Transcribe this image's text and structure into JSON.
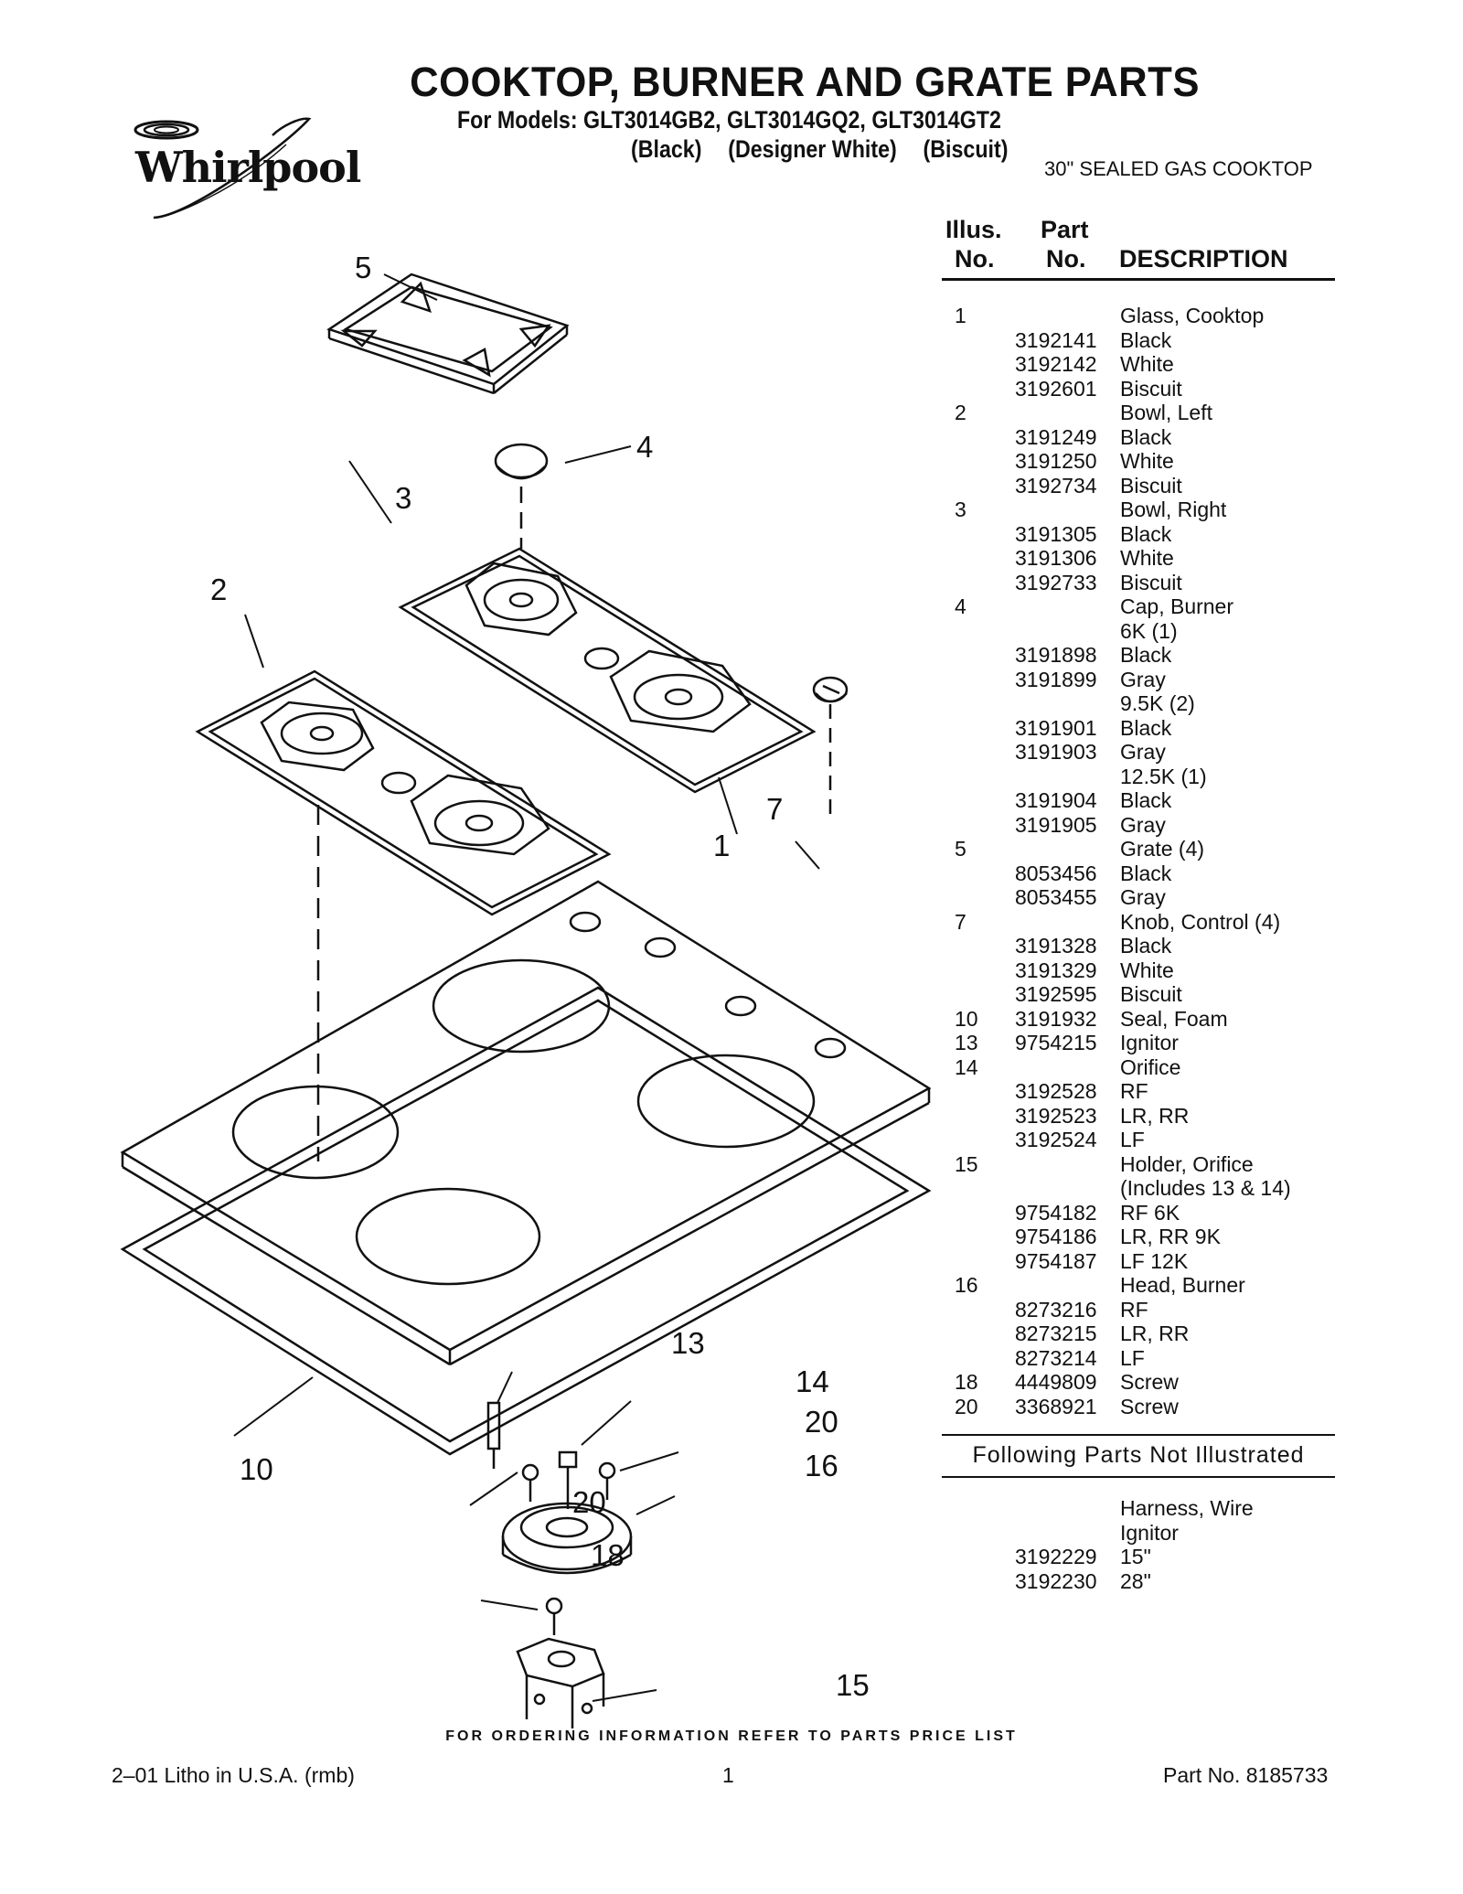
{
  "header": {
    "title": "COOKTOP, BURNER AND GRATE PARTS",
    "models": "For Models: GLT3014GB2, GLT3014GQ2, GLT3014GT2",
    "colors": [
      "(Black)",
      "(Designer White)",
      "(Biscuit)"
    ],
    "subtitle": "30\" SEALED GAS COOKTOP",
    "brand": "Whirlpool"
  },
  "diagram": {
    "callouts": [
      "5",
      "4",
      "3",
      "2",
      "7",
      "1",
      "13",
      "14",
      "20",
      "10",
      "16",
      "20",
      "18",
      "15"
    ]
  },
  "parts_header": {
    "illus_1": "Illus.",
    "illus_2": "No.",
    "part_1": "Part",
    "part_2": "No.",
    "description": "DESCRIPTION"
  },
  "parts": [
    {
      "illus": "1",
      "part": "",
      "desc": "Glass, Cooktop"
    },
    {
      "illus": "",
      "part": "3192141",
      "desc": "Black"
    },
    {
      "illus": "",
      "part": "3192142",
      "desc": "White"
    },
    {
      "illus": "",
      "part": "3192601",
      "desc": "Biscuit"
    },
    {
      "illus": "2",
      "part": "",
      "desc": "Bowl, Left"
    },
    {
      "illus": "",
      "part": "3191249",
      "desc": "Black"
    },
    {
      "illus": "",
      "part": "3191250",
      "desc": "White"
    },
    {
      "illus": "",
      "part": "3192734",
      "desc": "Biscuit"
    },
    {
      "illus": "3",
      "part": "",
      "desc": "Bowl, Right"
    },
    {
      "illus": "",
      "part": "3191305",
      "desc": "Black"
    },
    {
      "illus": "",
      "part": "3191306",
      "desc": "White"
    },
    {
      "illus": "",
      "part": "3192733",
      "desc": "Biscuit"
    },
    {
      "illus": "4",
      "part": "",
      "desc": "Cap, Burner"
    },
    {
      "illus": "",
      "part": "",
      "desc": "6K (1)"
    },
    {
      "illus": "",
      "part": "3191898",
      "desc": "Black"
    },
    {
      "illus": "",
      "part": "3191899",
      "desc": "Gray"
    },
    {
      "illus": "",
      "part": "",
      "desc": "9.5K (2)"
    },
    {
      "illus": "",
      "part": "3191901",
      "desc": "Black"
    },
    {
      "illus": "",
      "part": "3191903",
      "desc": "Gray"
    },
    {
      "illus": "",
      "part": "",
      "desc": "12.5K (1)"
    },
    {
      "illus": "",
      "part": "3191904",
      "desc": "Black"
    },
    {
      "illus": "",
      "part": "3191905",
      "desc": "Gray"
    },
    {
      "illus": "5",
      "part": "",
      "desc": "Grate (4)"
    },
    {
      "illus": "",
      "part": "8053456",
      "desc": "Black"
    },
    {
      "illus": "",
      "part": "8053455",
      "desc": "Gray"
    },
    {
      "illus": "7",
      "part": "",
      "desc": "Knob, Control (4)"
    },
    {
      "illus": "",
      "part": "3191328",
      "desc": "Black"
    },
    {
      "illus": "",
      "part": "3191329",
      "desc": "White"
    },
    {
      "illus": "",
      "part": "3192595",
      "desc": "Biscuit"
    },
    {
      "illus": "10",
      "part": "3191932",
      "desc": "Seal, Foam"
    },
    {
      "illus": "13",
      "part": "9754215",
      "desc": "Ignitor"
    },
    {
      "illus": "14",
      "part": "",
      "desc": "Orifice"
    },
    {
      "illus": "",
      "part": "3192528",
      "desc": "RF"
    },
    {
      "illus": "",
      "part": "3192523",
      "desc": "LR, RR"
    },
    {
      "illus": "",
      "part": "3192524",
      "desc": "LF"
    },
    {
      "illus": "15",
      "part": "",
      "desc": "Holder, Orifice"
    },
    {
      "illus": "",
      "part": "",
      "desc": "(Includes 13 & 14)"
    },
    {
      "illus": "",
      "part": "9754182",
      "desc": "RF 6K"
    },
    {
      "illus": "",
      "part": "9754186",
      "desc": "LR, RR 9K"
    },
    {
      "illus": "",
      "part": "9754187",
      "desc": "LF 12K"
    },
    {
      "illus": "16",
      "part": "",
      "desc": "Head, Burner"
    },
    {
      "illus": "",
      "part": "8273216",
      "desc": "RF"
    },
    {
      "illus": "",
      "part": "8273215",
      "desc": "LR, RR"
    },
    {
      "illus": "",
      "part": "8273214",
      "desc": "LF"
    },
    {
      "illus": "18",
      "part": "4449809",
      "desc": "Screw"
    },
    {
      "illus": "20",
      "part": "3368921",
      "desc": "Screw"
    }
  ],
  "not_illustrated": {
    "label": "Following Parts Not Illustrated",
    "rows": [
      {
        "illus": "",
        "part": "",
        "desc": "Harness, Wire"
      },
      {
        "illus": "",
        "part": "",
        "desc": "Ignitor"
      },
      {
        "illus": "",
        "part": "3192229",
        "desc": "15\""
      },
      {
        "illus": "",
        "part": "3192230",
        "desc": "28\""
      }
    ]
  },
  "footer": {
    "ordering": "FOR ORDERING INFORMATION REFER TO PARTS PRICE LIST",
    "left": "2–01 Litho in U.S.A. (rmb)",
    "center": "1",
    "right": "Part No. 8185733"
  }
}
